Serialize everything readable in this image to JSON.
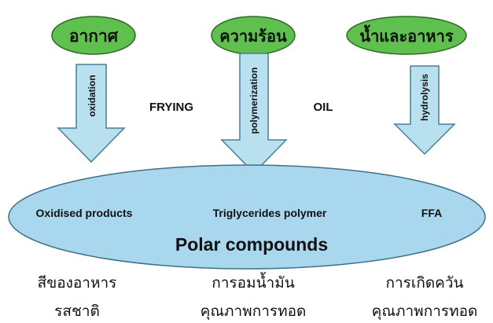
{
  "sources": {
    "air": "อากาศ",
    "heat": "ความร้อน",
    "water_food": "น้ำและอาหาร"
  },
  "arrows": {
    "oxidation": "oxidation",
    "polymerization": "polymerization",
    "hydrolysis": "hydrolysis"
  },
  "middle_labels": {
    "frying": "FRYING",
    "oil": "OIL"
  },
  "ellipse": {
    "oxidised_products": "Oxidised products",
    "triglycerides_polymer": "Triglycerides polymer",
    "ffa": "FFA",
    "polar_compounds": "Polar compounds"
  },
  "effects": {
    "left_line1": "สีของอาหาร",
    "left_line2": "รสชาติ",
    "center_line1": "การอมน้ำมัน",
    "center_line2": "คุณภาพการทอด",
    "right_line1": "การเกิดควัน",
    "right_line2": "คุณภาพการทอด"
  },
  "colors": {
    "source_fill": "#5fbf4f",
    "source_stroke": "#2a6a20",
    "arrow_fill": "#b9e0ee",
    "arrow_stroke": "#4a7d96",
    "ellipse_fill": "#a9d8ee",
    "ellipse_stroke": "#3f6f8a"
  }
}
